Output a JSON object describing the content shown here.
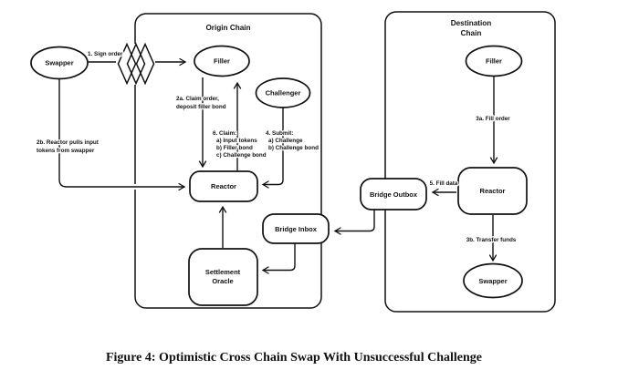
{
  "caption": "Figure 4: Optimistic Cross Chain Swap With Unsuccessful Challenge",
  "colors": {
    "ink": "#111111",
    "background": "#ffffff"
  },
  "origin_chain": {
    "title": "Origin Chain",
    "nodes": {
      "filler": "Filler",
      "challenger": "Challenger",
      "reactor": "Reactor",
      "settlement_oracle": [
        "Settlement",
        "Oracle"
      ],
      "bridge_inbox": "Bridge Inbox"
    }
  },
  "destination_chain": {
    "title": [
      "Destination",
      "Chain"
    ],
    "nodes": {
      "filler": "Filler",
      "reactor": "Reactor",
      "bridge_outbox": "Bridge Outbox",
      "swapper": "Swapper"
    }
  },
  "external_nodes": {
    "swapper": "Swapper"
  },
  "edge_labels": {
    "sign_order": "1. Sign order",
    "claim_order": [
      "2a. Claim order,",
      "deposit filler bond"
    ],
    "reactor_pulls": [
      "2b. Reactor pulls input",
      "tokens from swapper"
    ],
    "fill_order": "3a. Fill order",
    "transfer_funds": "3b. Transfer funds",
    "submit": [
      "4. Submit:",
      "a) Challenge",
      "b) Challenge bond"
    ],
    "fill_data": "5. Fill data",
    "claim": [
      "6. Claim:",
      "a) Input tokens",
      "b) Filler bond",
      "c) Challenge bond"
    ]
  }
}
